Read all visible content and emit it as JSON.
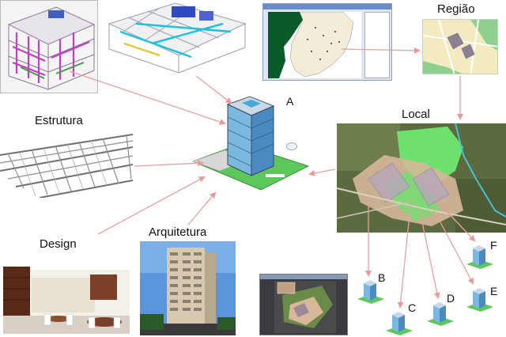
{
  "labels": {
    "regiao": "Região",
    "estrutura": "Estrutura",
    "local": "Local",
    "design": "Design",
    "arquitetura": "Arquitetura"
  },
  "letters": {
    "a": "A",
    "b": "B",
    "c": "C",
    "d": "D",
    "e": "E",
    "f": "F"
  },
  "colors": {
    "arrow": "#e8a0a0",
    "building_glass": "#5aa0d8",
    "lot_green": "#5cc85c",
    "map_ocean": "#ffffff",
    "map_land": "#0a5a2a"
  }
}
